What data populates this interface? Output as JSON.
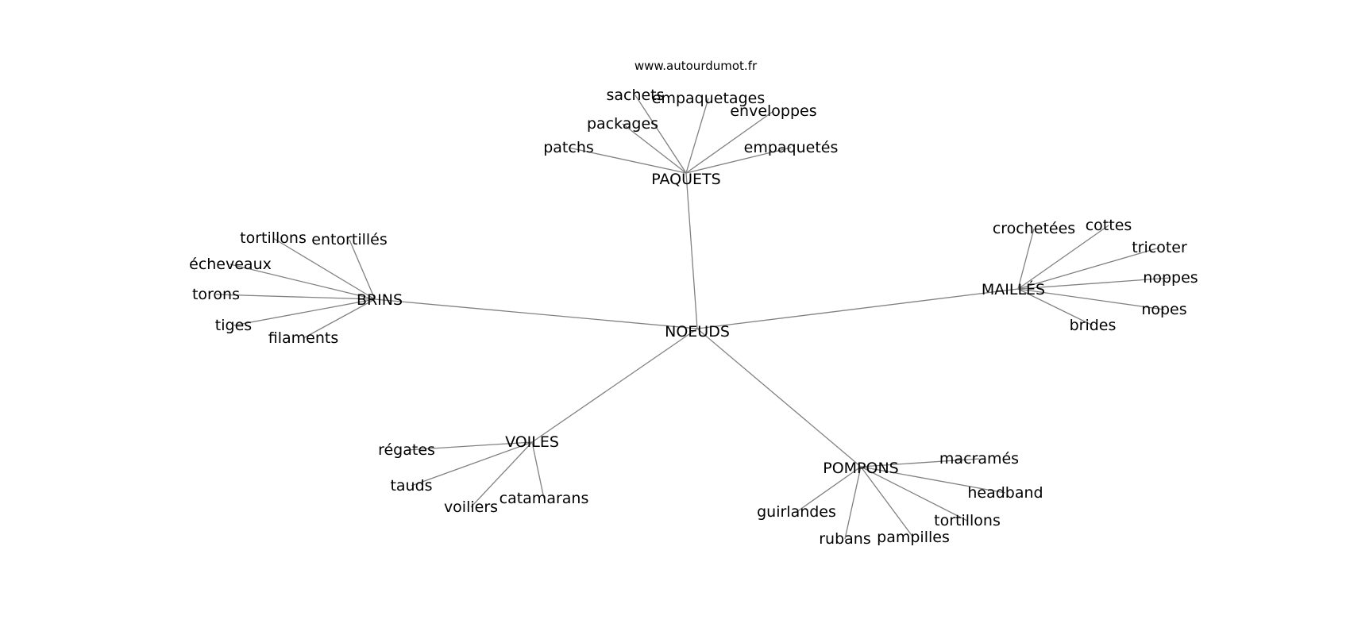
{
  "site": "www.autourdumot.fr",
  "graph": {
    "center": "NOEUDS",
    "groups": [
      {
        "id": "paquets",
        "label": "PAQUETS",
        "leaves": [
          "patchs",
          "packages",
          "sachets",
          "empaquetages",
          "enveloppes",
          "empaquetés"
        ]
      },
      {
        "id": "brins",
        "label": "BRINS",
        "leaves": [
          "tortillons",
          "entortillés",
          "écheveaux",
          "torons",
          "tiges",
          "filaments"
        ]
      },
      {
        "id": "mailles",
        "label": "MAILLÉS",
        "leaves": [
          "crochetées",
          "cottes",
          "tricoter",
          "noppes",
          "nopes",
          "brides"
        ]
      },
      {
        "id": "voiles",
        "label": "VOILES",
        "leaves": [
          "régates",
          "tauds",
          "voiliers",
          "catamarans"
        ]
      },
      {
        "id": "pompons",
        "label": "POMPONS",
        "leaves": [
          "macramés",
          "headband",
          "tortillons",
          "pampilles",
          "rubans",
          "guirlandes"
        ]
      }
    ]
  }
}
